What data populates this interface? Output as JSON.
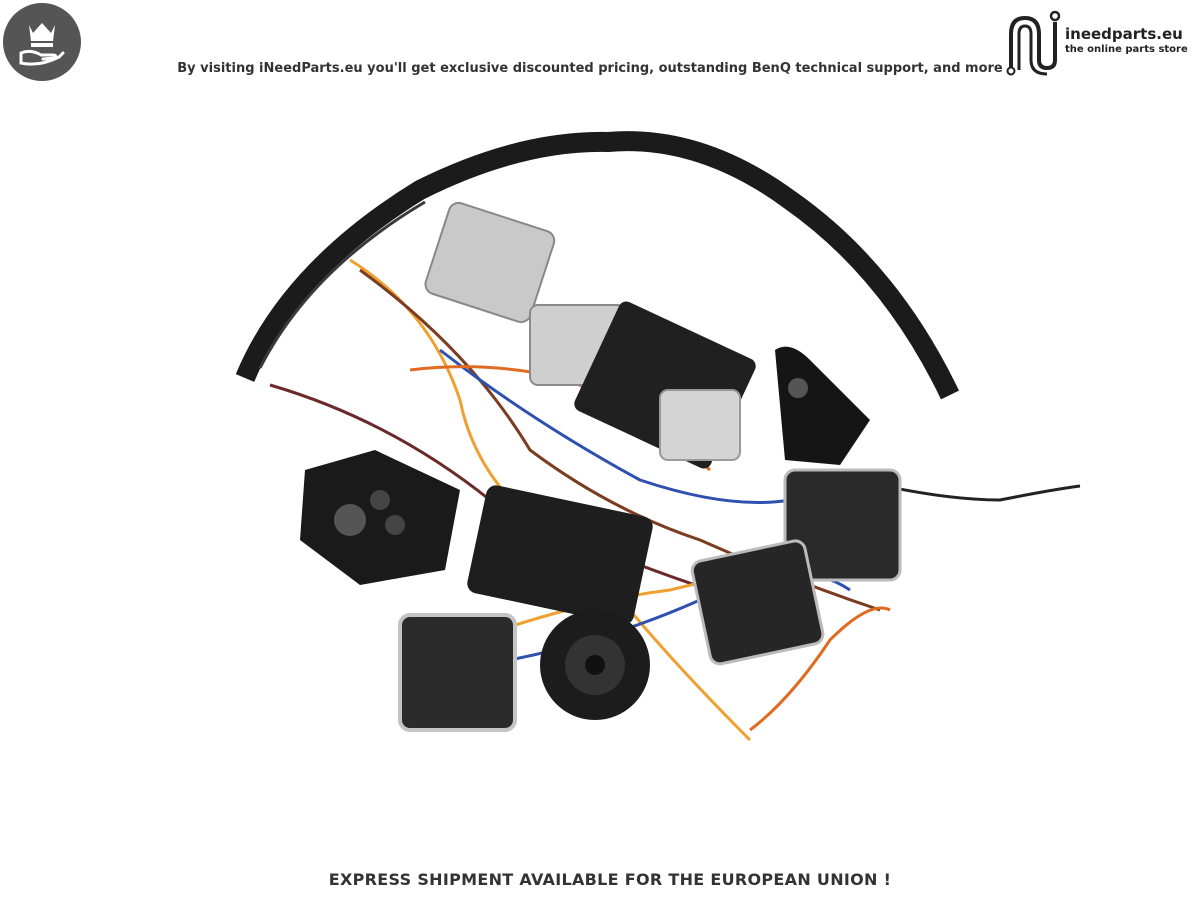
{
  "header": {
    "tagline": "By visiting iNeedParts.eu you'll get exclusive discounted pricing, outstanding BenQ technical support, and more",
    "badge_icon": "crown-hand-icon",
    "badge_color": "#555555"
  },
  "logo": {
    "name": "ineedparts.eu",
    "subtitle": "the online parts store",
    "icon": "circuit-n-icon"
  },
  "footer": {
    "text": "EXPRESS SHIPMENT AVAILABLE FOR THE EUROPEAN UNION !"
  }
}
